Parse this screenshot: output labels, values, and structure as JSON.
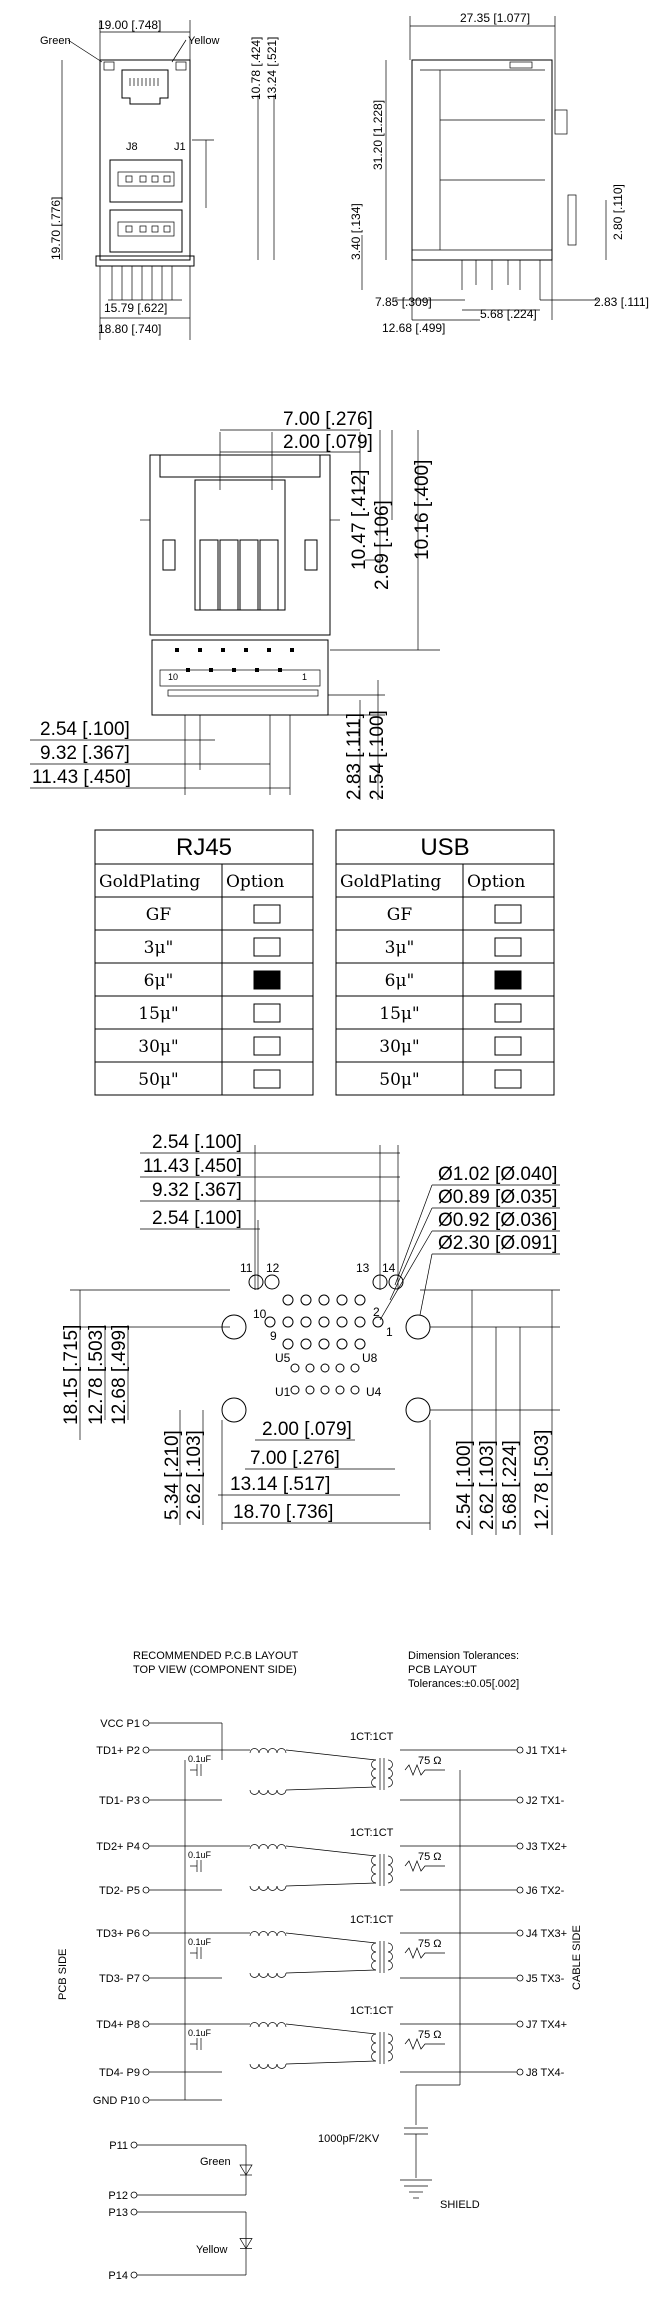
{
  "top_front": {
    "green_label": "Green",
    "yellow_label": "Yellow",
    "width_dim": "19.00 [.748]",
    "j8_label": "J8",
    "j1_label": "J1",
    "dim_1078": "10.78 [.424]",
    "dim_1324": "13.24 [.521]",
    "dim_1970": "19.70 [.776]",
    "dim_1579": "15.79 [.622]",
    "dim_1880": "18.80 [.740]"
  },
  "top_side": {
    "dim_2735": "27.35 [1.077]",
    "dim_3120": "31.20 [1.228]",
    "dim_340": "3.40 [.134]",
    "dim_280": "2.80 [.110]",
    "dim_785": "7.85 [.309]",
    "dim_568": "5.68 [.224]",
    "dim_283": "2.83 [.111]",
    "dim_1268": "12.68 [.499]"
  },
  "bottom_view": {
    "dim_700": "7.00 [.276]",
    "dim_200": "2.00 [.079]",
    "dim_1047": "10.47 [.412]",
    "dim_269": "2.69 [.106]",
    "dim_1016": "10.16 [.400]",
    "pin10": "10",
    "pin1": "1",
    "dim_254": "2.54 [.100]",
    "dim_932": "9.32 [.367]",
    "dim_1143": "11.43 [.450]",
    "dim_283": "2.83 [.111]",
    "dim_254v": "2.54 [.100]"
  },
  "tables": [
    {
      "title": "RJ45",
      "col1": "GoldPlating",
      "col2": "Option",
      "rows": [
        {
          "label": "GF",
          "checked": false
        },
        {
          "label": "3μ\"",
          "checked": false
        },
        {
          "label": "6μ\"",
          "checked": true
        },
        {
          "label": "15μ\"",
          "checked": false
        },
        {
          "label": "30μ\"",
          "checked": false
        },
        {
          "label": "50μ\"",
          "checked": false
        }
      ]
    },
    {
      "title": "USB",
      "col1": "GoldPlating",
      "col2": "Option",
      "rows": [
        {
          "label": "GF",
          "checked": false
        },
        {
          "label": "3μ\"",
          "checked": false
        },
        {
          "label": "6μ\"",
          "checked": true
        },
        {
          "label": "15μ\"",
          "checked": false
        },
        {
          "label": "30μ\"",
          "checked": false
        },
        {
          "label": "50μ\"",
          "checked": false
        }
      ]
    }
  ],
  "pcb": {
    "dim_254a": "2.54 [.100]",
    "dim_1143": "11.43 [.450]",
    "dim_932": "9.32 [.367]",
    "dim_254b": "2.54 [.100]",
    "hole_102": "Ø1.02 [Ø.040]",
    "hole_089": "Ø0.89 [Ø.035]",
    "hole_092": "Ø0.92 [Ø.036]",
    "hole_230": "Ø2.30 [Ø.091]",
    "p11": "11",
    "p12": "12",
    "p13": "13",
    "p14": "14",
    "p10": "10",
    "p9": "9",
    "p2": "2",
    "p1": "1",
    "u5": "U5",
    "u8": "U8",
    "u1": "U1",
    "u4": "U4",
    "dim_1815": "18.15 [.715]",
    "dim_1278": "12.78 [.503]",
    "dim_1268": "12.68 [.499]",
    "dim_200": "2.00 [.079]",
    "dim_700": "7.00 [.276]",
    "dim_1314": "13.14 [.517]",
    "dim_1870": "18.70 [.736]",
    "dim_534": "5.34 [.210]",
    "dim_262": "2.62 [.103]",
    "dim_254r": "2.54 [.100]",
    "dim_262r": "2.62 [.103]",
    "dim_568r": "5.68 [.224]",
    "dim_1278r": "12.78 [.503]",
    "caption1": "RECOMMENDED P.C.B LAYOUT",
    "caption2": "TOP VIEW (COMPONENT SIDE)",
    "tol1": "Dimension Tolerances:",
    "tol2": "PCB LAYOUT",
    "tol3": "Tolerances:±0.05[.002]"
  },
  "schematic": {
    "left_pins": [
      "VCC  P1",
      "TD1+ P2",
      "TD1-  P3",
      "TD2+ P4",
      "TD2-  P5",
      "TD3+ P6",
      "TD3-  P7",
      "TD4+  P8",
      "TD4-   P9",
      "GND  P10"
    ],
    "right_pins": [
      "J1  TX1+",
      "J2  TX1-",
      "J3  TX2+",
      "J6  TX2-",
      "J4  TX3+",
      "J5  TX3-",
      "J7  TX4+",
      "J8  TX4-"
    ],
    "ct_label": "1CT:1CT",
    "ohm_label": "75 Ω",
    "cap_label": "0.1uF",
    "pcb_side": "PCB SIDE",
    "cable_side": "CABLE SIDE",
    "cap_hv": "1000pF/2KV",
    "shield": "SHIELD",
    "led_pins": [
      "P11",
      "P12",
      "P13",
      "P14"
    ],
    "green": "Green",
    "yellow": "Yellow"
  }
}
